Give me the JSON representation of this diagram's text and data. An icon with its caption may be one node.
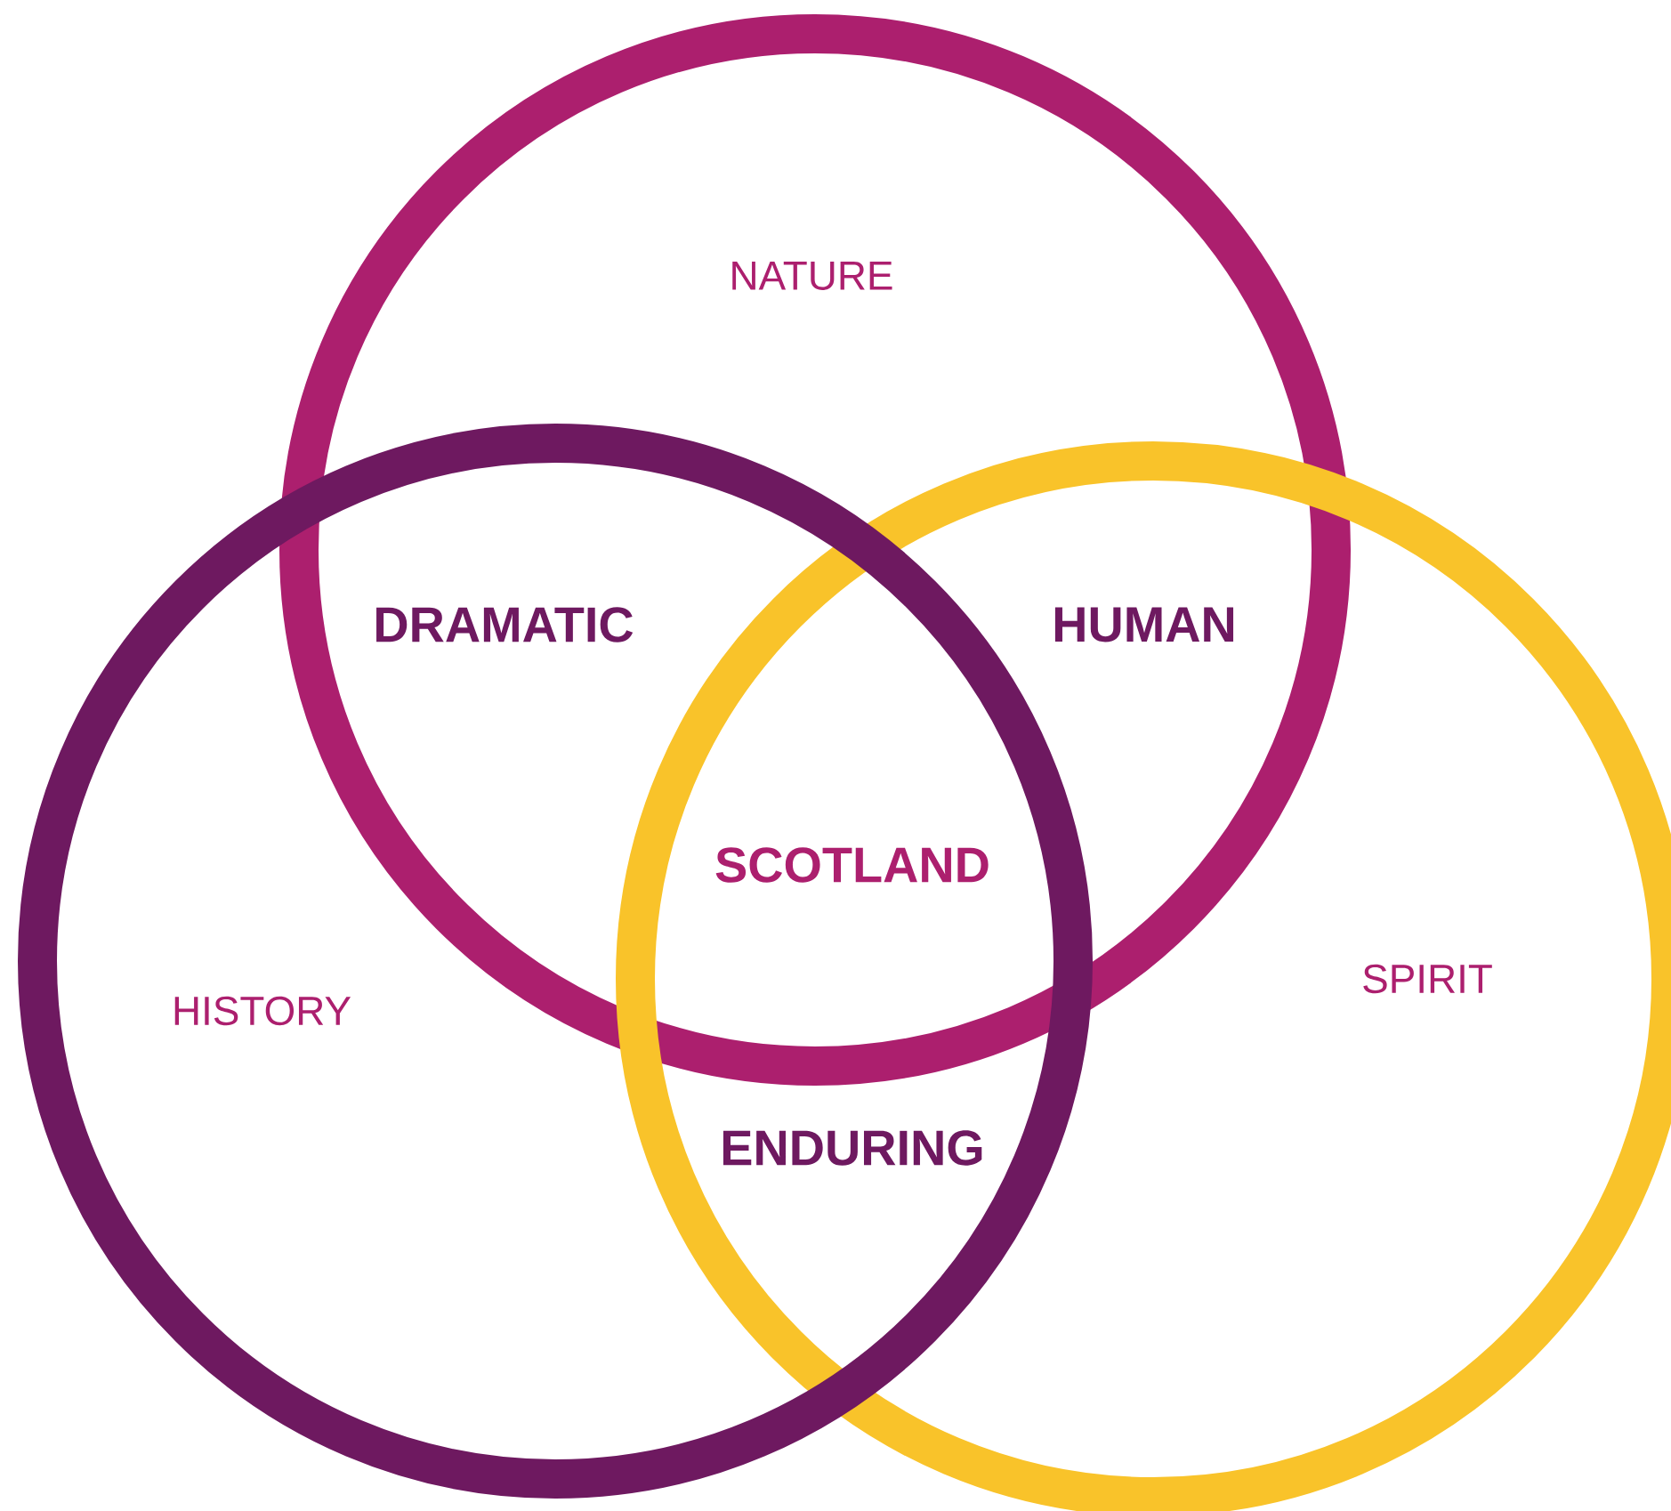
{
  "diagram": {
    "nodes": [
      {
        "text": [
          "NATURE"
        ]
      },
      {
        "text": [
          "HISTORY"
        ]
      },
      {
        "text": [
          "SPIRIT"
        ]
      }
    ],
    "labels": [
      "DRAMATIC",
      "HUMAN",
      "SCOTLAND",
      "ENDURING"
    ]
  }
}
